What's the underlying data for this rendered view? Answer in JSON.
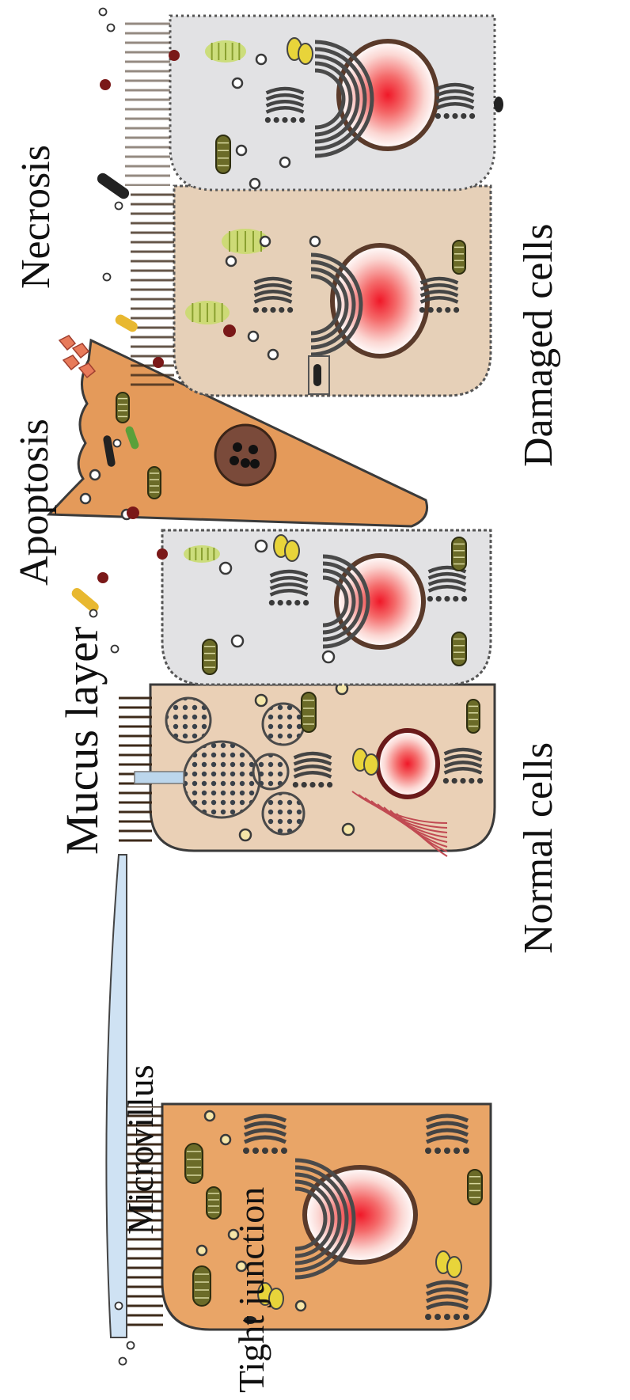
{
  "labels": {
    "necrosis": "Necrosis",
    "damaged_cells": "Damaged cells",
    "apoptosis": "Apoptosis",
    "mucus_layer": "Mucus layer",
    "normal_cells": "Normal cells",
    "microvillus": "Microvillus",
    "tight_junction": "Tight junction"
  },
  "colors": {
    "normal_cytoplasm": "#e9a567",
    "goblet_cytoplasm": "#ead0b6",
    "damaged_cytoplasm": "#e6d0b8",
    "stressed_cytoplasm": "#e2e2e4",
    "apoptotic_cytoplasm": "#e49a5a",
    "nucleus_core": "#f02030",
    "membrane": "#3a3a3a",
    "mitochondria": "#6b6b28",
    "mucus": "#cfe2f3"
  }
}
